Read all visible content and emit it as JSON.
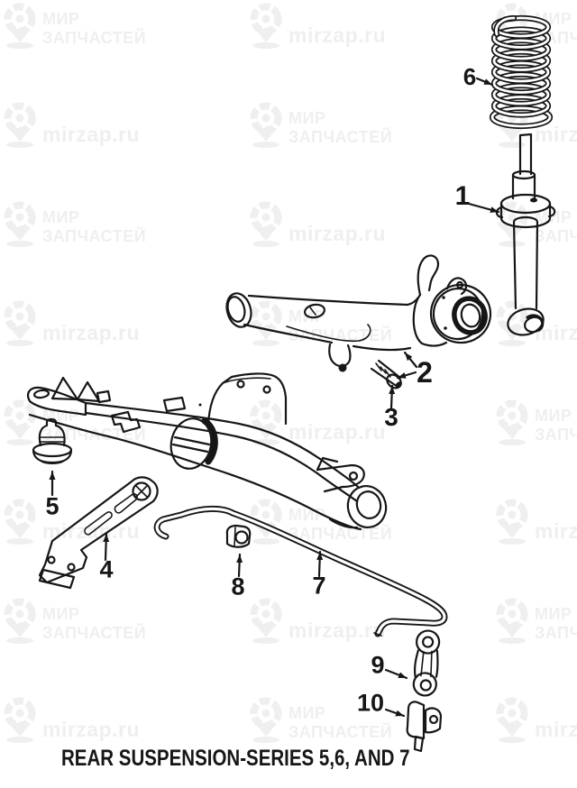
{
  "watermark": {
    "brand_line1": "МИР",
    "brand_line2": "ЗАПЧАСТЕЙ",
    "site_text": "mirzap.ru",
    "logo_icon": "map-pin-ring-icon",
    "color": "#efefef"
  },
  "colors": {
    "ink": "#161616",
    "paper": "#ffffff"
  },
  "caption": "REAR SUSPENSION-SERIES 5,6, AND 7",
  "part_labels": {
    "p1": "1",
    "p2": "2",
    "p3": "3",
    "p4": "4",
    "p5": "5",
    "p6": "6",
    "p7": "7",
    "p8": "8",
    "p9": "9",
    "p10": "10"
  }
}
